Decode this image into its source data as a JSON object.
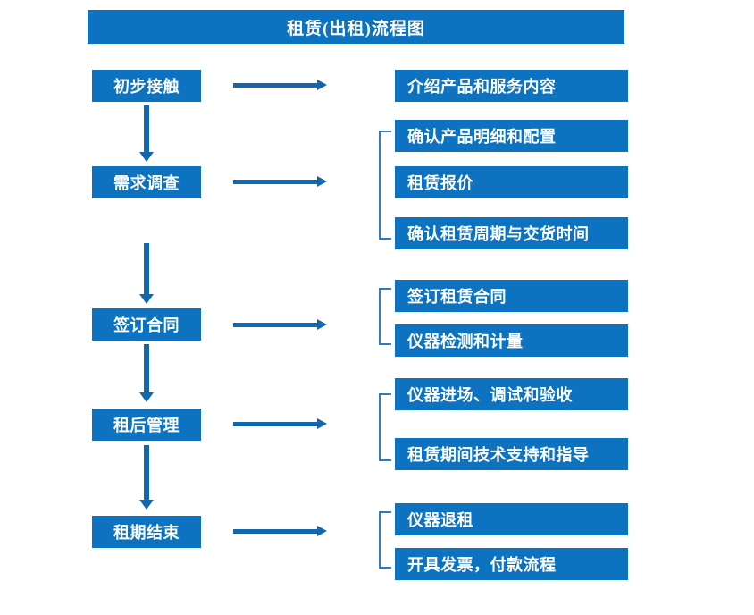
{
  "diagram": {
    "title": "租赁(出租)流程图",
    "colors": {
      "box_fill": "#0d73c0",
      "box_text": "#ffffff",
      "arrow": "#1068b0",
      "bracket": "#2e7cc4",
      "background": "#ffffff"
    },
    "stages": [
      {
        "label": "初步接触",
        "details": [
          "介绍产品和服务内容"
        ]
      },
      {
        "label": "需求调查",
        "details": [
          "确认产品明细和配置",
          "租赁报价",
          "确认租赁周期与交货时间"
        ]
      },
      {
        "label": "签订合同",
        "details": [
          "签订租赁合同",
          "仪器检测和计量"
        ]
      },
      {
        "label": "租后管理",
        "details": [
          "仪器进场、调试和验收",
          "租赁期间技术支持和指导"
        ]
      },
      {
        "label": "租期结束",
        "details": [
          "仪器退租",
          "开具发票，付款流程"
        ]
      }
    ]
  }
}
